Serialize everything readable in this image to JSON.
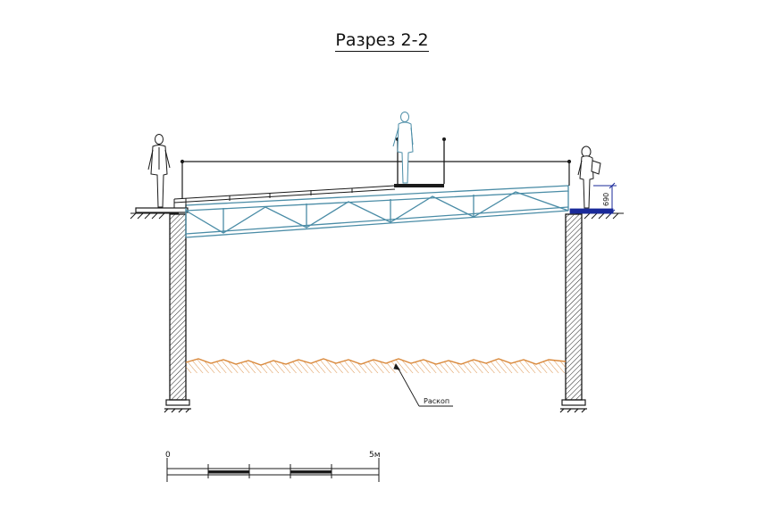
{
  "title": "Разрез 2-2",
  "dimension_label": "690",
  "excavation_label": "Раскоп",
  "scale": {
    "start_label": "0",
    "end_label": "5м"
  },
  "colors": {
    "ink": "#1a1a1a",
    "truss": "#4a8ca6",
    "soil": "#d9883a",
    "dimension": "#1a2a9a"
  }
}
